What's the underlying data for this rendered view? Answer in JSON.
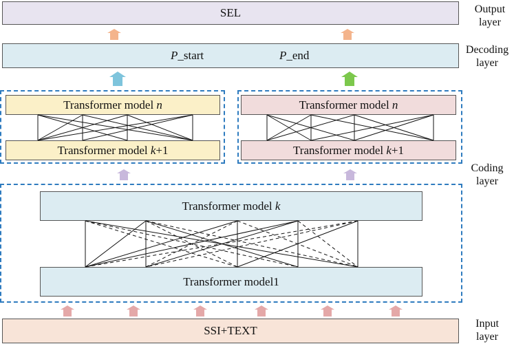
{
  "output": {
    "box_label": "SEL",
    "side_label_line1": "Output",
    "side_label_line2": "layer"
  },
  "decoding": {
    "p_start_var": "P",
    "p_start_suffix": "_start",
    "p_end_var": "P",
    "p_end_suffix": "_end",
    "side_label_line1": "Decoding",
    "side_label_line2": "layer"
  },
  "coding": {
    "left_top_text": "Transformer model ",
    "left_top_var": "n",
    "left_bottom_text": "Transformer model ",
    "left_bottom_var": "k",
    "left_bottom_suffix": "+1",
    "right_top_text": "Transformer model ",
    "right_top_var": "n",
    "right_bottom_text": "Transformer model ",
    "right_bottom_var": "k",
    "right_bottom_suffix": "+1",
    "big_top_text": "Transformer model ",
    "big_top_var": "k",
    "big_bottom_text": "Transformer model1",
    "side_label_line1": "Coding",
    "side_label_line2": "layer"
  },
  "input": {
    "box_label": "SSI+TEXT",
    "side_label_line1": "Input",
    "side_label_line2": "layer"
  },
  "colors": {
    "dashed_border": "#2e7bbf",
    "arrow_peach": "#f4b48c",
    "arrow_blue": "#7ec4dc",
    "arrow_green": "#7cc84c",
    "arrow_lavender": "#c8b8dc",
    "arrow_pink": "#e4a8a8"
  }
}
